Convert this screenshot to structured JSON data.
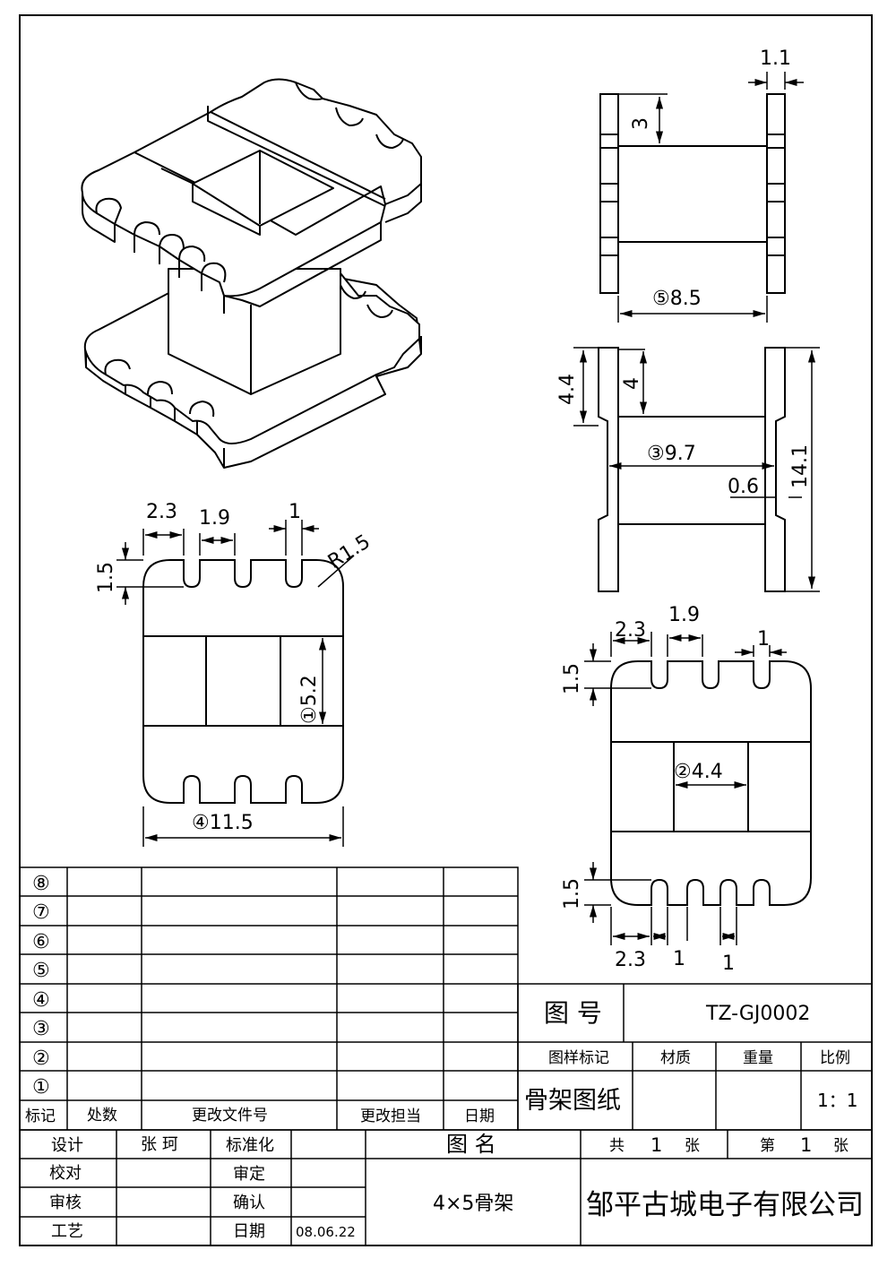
{
  "dimensions": {
    "d_1_1": "1.1",
    "d_3": "3",
    "d_8_5": "⑤8.5",
    "d_4_4": "4.4",
    "d_4": "4",
    "d_9_7": "③9.7",
    "d_0_6": "0.6",
    "d_14_1": "14.1",
    "top_2_3": "2.3",
    "top_1_9": "1.9",
    "top_1": "1",
    "top_1_5": "1.5",
    "top_r1_5": "R1.5",
    "top_5_2": "①5.2",
    "top_11_5": "④11.5",
    "bot_2_3": "2.3",
    "bot_1_9": "1.9",
    "bot_1": "1",
    "bot_1_5a": "1.5",
    "bot_4_4": "②4.4",
    "bot_1_5b": "1.5",
    "bot_2_3b": "2.3",
    "bot_1b": "1",
    "bot_1c": "1"
  },
  "revision_table": {
    "rows": [
      "⑧",
      "⑦",
      "⑥",
      "⑤",
      "④",
      "③",
      "②",
      "①"
    ],
    "headers": [
      "标记",
      "处数",
      "更改文件号",
      "更改担当",
      "日期"
    ]
  },
  "title_block": {
    "drawing_no_label": "图  号",
    "drawing_no": "TZ-GJ0002",
    "col_mark": "图样标记",
    "col_material": "材质",
    "col_weight": "重量",
    "col_scale": "比例",
    "doc_type": "骨架图纸",
    "scale": "1：1",
    "design_label": "设计",
    "designer": "张 珂",
    "standard_label": "标准化",
    "check_label": "校对",
    "approve_label": "审定",
    "review_label": "审核",
    "confirm_label": "确认",
    "process_label": "工艺",
    "date_label": "日期",
    "date": "08.06.22",
    "name_label": "图  名",
    "name": "4×5骨架",
    "total_label": "共",
    "total": "1",
    "sheet_unit": "张",
    "page_label": "第",
    "page": "1",
    "page_unit": "张",
    "company": "邹平古城电子有限公司"
  }
}
